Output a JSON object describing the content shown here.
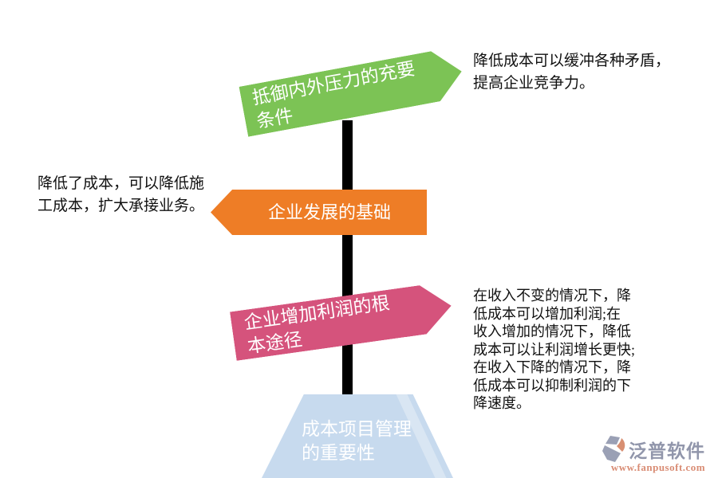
{
  "diagram": {
    "pole_color": "#000000",
    "banners": [
      {
        "id": "resist-pressure",
        "label": "抵御内外压力的充要\n条件",
        "color": "#7CC355",
        "direction": "right"
      },
      {
        "id": "development-base",
        "label": "企业发展的基础",
        "color": "#EE7D26",
        "direction": "left"
      },
      {
        "id": "profit-way",
        "label": "企业增加利润的根\n本途径",
        "color": "#D5537C",
        "direction": "right"
      },
      {
        "id": "importance-base",
        "label": "成本项目管理\n的重要性",
        "color": "#C7DAEE",
        "shape": "trapezoid"
      }
    ],
    "notes": [
      {
        "id": "top-right",
        "text": "降低成本可以缓冲各种矛盾，\n提高企业竞争力。"
      },
      {
        "id": "left",
        "text": "降低了成本，可以降低施\n工成本，扩大承接业务。"
      },
      {
        "id": "bottom-right",
        "text": "在收入不变的情况下，降\n低成本可以增加利润;在\n收入增加的情况下，降低\n成本可以让利润增长更快;\n在收入下降的情况下，降\n低成本可以抑制利润的下\n降速度。"
      }
    ]
  },
  "watermark": {
    "brand": "泛普软件",
    "url": "www.fanpusoft.com",
    "brand_color": "#9196AB",
    "url_color": "#D98C74",
    "icon_gray": "#9AA0B5",
    "icon_orange": "#D88F72"
  }
}
